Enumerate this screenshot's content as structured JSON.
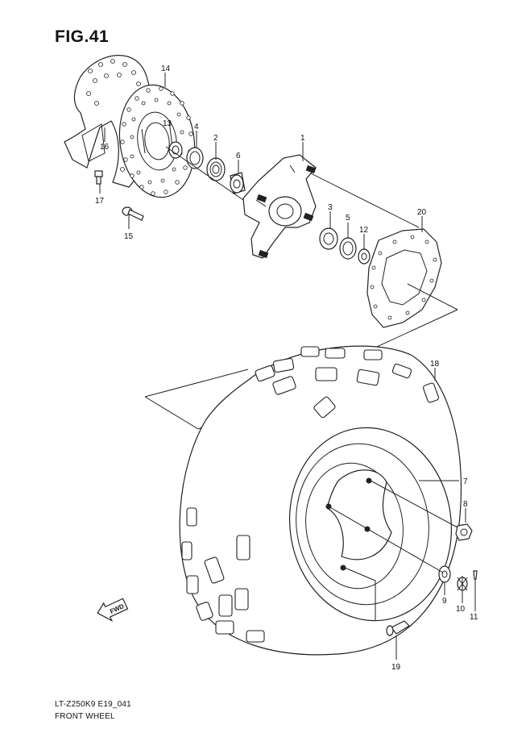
{
  "figure": {
    "title": "FIG.41",
    "code": "LT-Z250K9 E19_041",
    "name": "FRONT WHEEL"
  },
  "direction_label": "FWD",
  "callouts": {
    "c1": "1",
    "c2": "2",
    "c3": "3",
    "c4": "4",
    "c5": "5",
    "c6": "6",
    "c7": "7",
    "c8": "8",
    "c9": "9",
    "c10": "10",
    "c11": "11",
    "c12": "12",
    "c13": "13",
    "c14": "14",
    "c15": "15",
    "c16": "16",
    "c17": "17",
    "c18": "18",
    "c19": "19",
    "c20": "20"
  }
}
